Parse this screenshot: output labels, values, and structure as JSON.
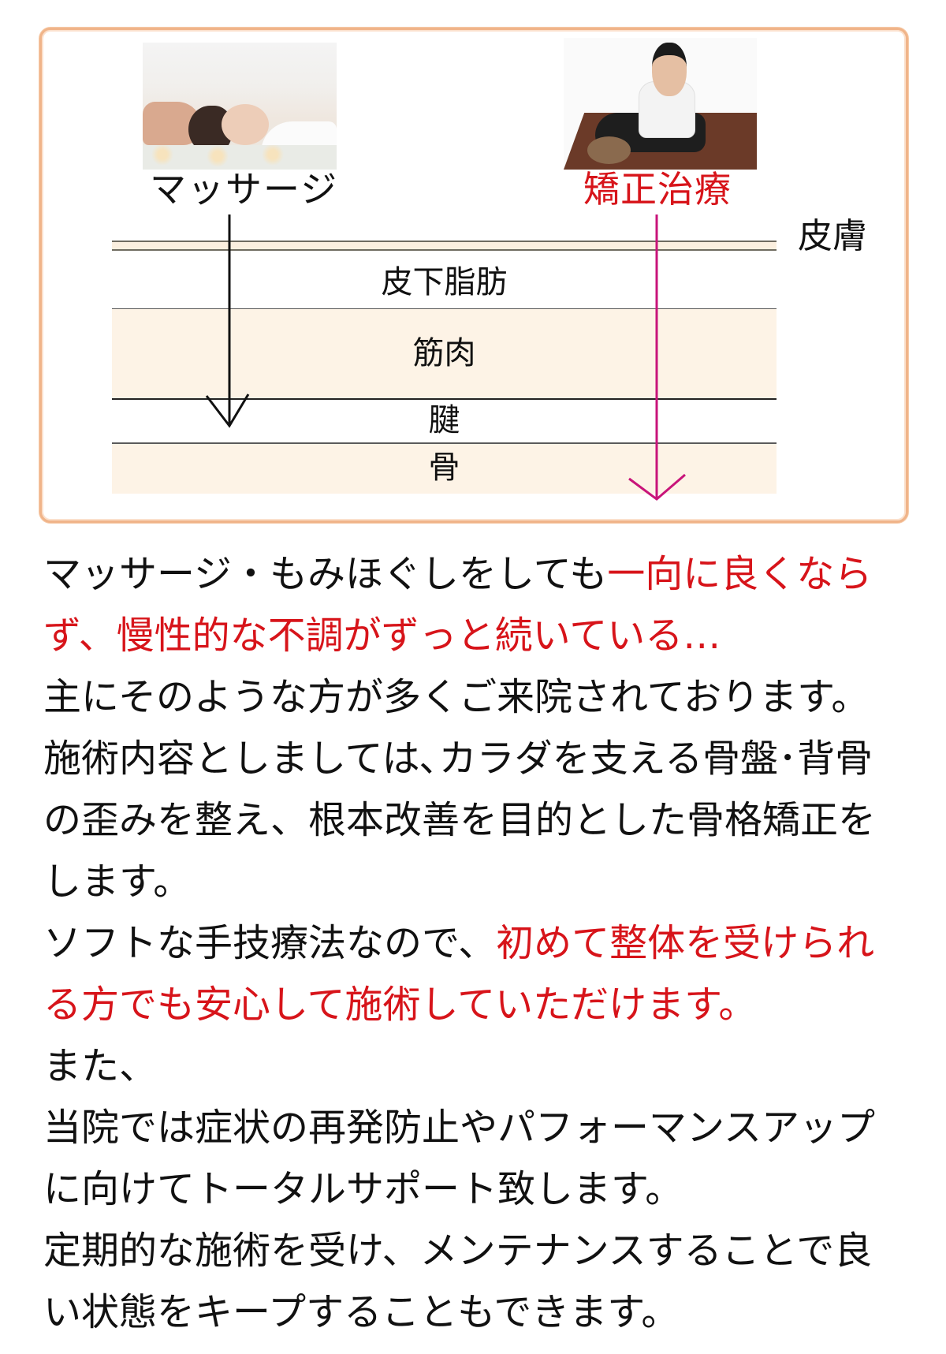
{
  "diagram": {
    "methods": [
      {
        "label": "マッサージ",
        "image": "massage-photo",
        "color": "#111111",
        "arrow_color": "#111111",
        "reaches": "筋肉"
      },
      {
        "label": "矯正治療",
        "image": "chiropractic-adjustment-photo",
        "color": "#d7141a",
        "arrow_color": "#c8147a",
        "reaches": "骨"
      }
    ],
    "skin_label": "皮膚",
    "layers": [
      {
        "label": "皮下脂肪",
        "fill": "#ffffff"
      },
      {
        "label": "筋肉",
        "fill": "#fdf3e6"
      },
      {
        "label": "腱",
        "fill": "#ffffff"
      },
      {
        "label": "骨",
        "fill": "#fdf3e6"
      }
    ],
    "border_color": "#f0b489"
  },
  "body": {
    "accent_color": "#d7141a",
    "lines": [
      {
        "black": "マッサージ・もみほぐしをしても",
        "red": "一向に良くなら"
      },
      {
        "black": "",
        "red": "ず、慢性的な不調がずっと続いている…"
      },
      {
        "black": "主にそのような方が多くご来院されております。",
        "red": ""
      },
      {
        "black": "施術内容としましては､カラダを支える骨盤･背骨",
        "red": ""
      },
      {
        "black": "の歪みを整え、根本改善を目的とした骨格矯正を",
        "red": ""
      },
      {
        "black": "します。",
        "red": ""
      },
      {
        "black": "ソフトな手技療法なので、",
        "red": "初めて整体を受けられ"
      },
      {
        "black": "",
        "red": "る方でも安心して施術していただけます。"
      },
      {
        "black": "また、",
        "red": ""
      },
      {
        "black": "当院では症状の再発防止やパフォーマンスアップ",
        "red": ""
      },
      {
        "black": "に向けてトータルサポート致します。",
        "red": ""
      },
      {
        "black": "定期的な施術を受け、メンテナンスすることで良",
        "red": ""
      },
      {
        "black": "い状態をキープすることもできます。",
        "red": ""
      }
    ]
  }
}
